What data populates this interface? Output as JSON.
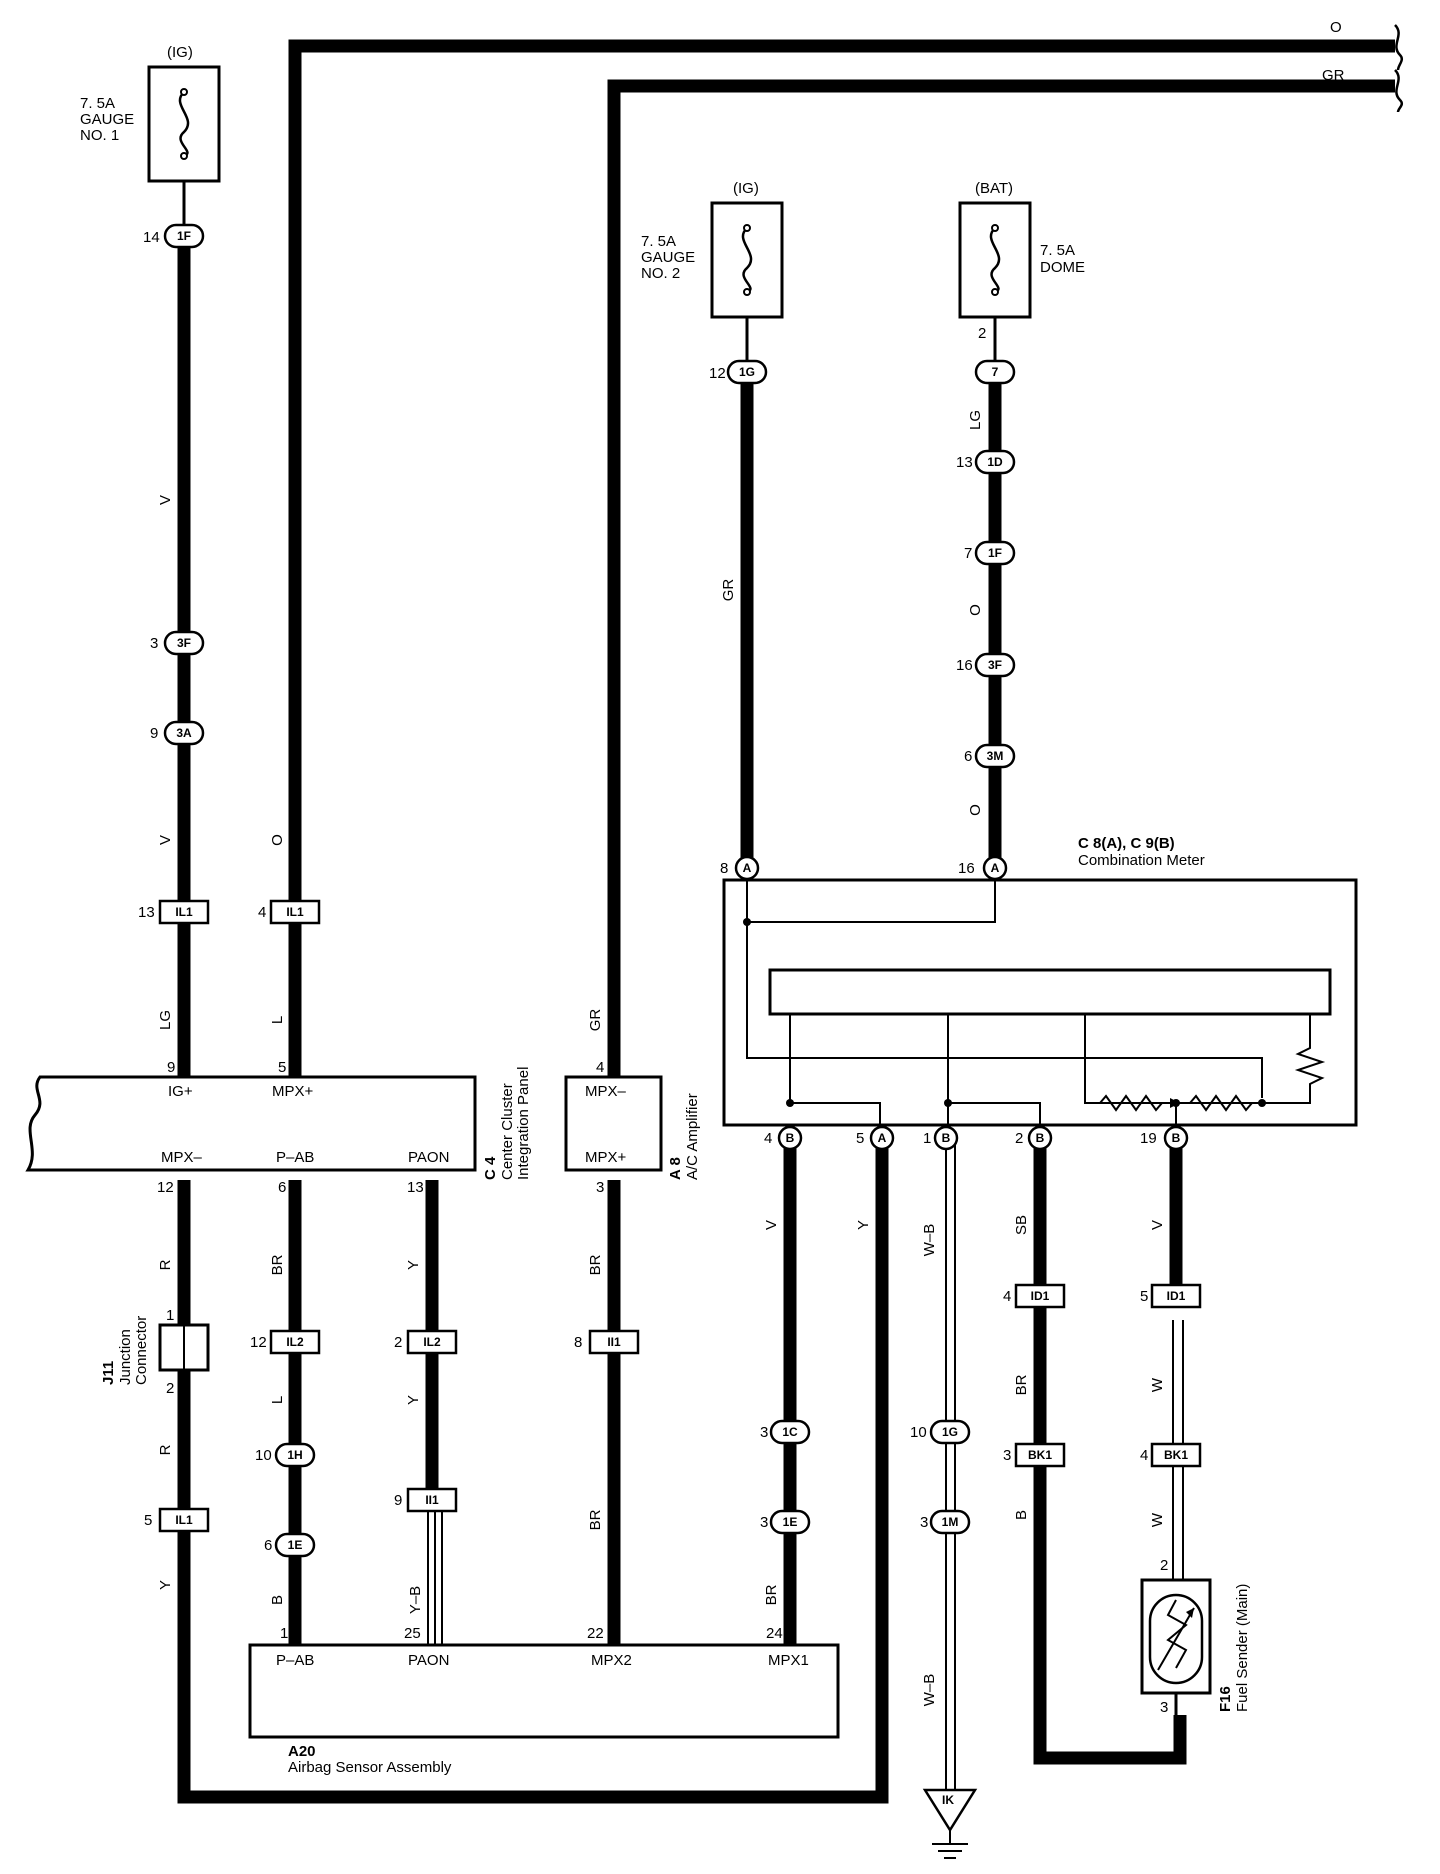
{
  "fuses": [
    {
      "id": "fuse-gauge-1",
      "supply": "(IG)",
      "lines": [
        "7. 5A",
        "GAUGE",
        "NO. 1"
      ]
    },
    {
      "id": "fuse-gauge-2",
      "supply": "(IG)",
      "lines": [
        "7. 5A",
        "GAUGE",
        "NO. 2"
      ]
    },
    {
      "id": "fuse-dome",
      "supply": "(BAT)",
      "lines": [
        "7. 5A",
        "DOME"
      ]
    }
  ],
  "connectors": {
    "c1F_a": "1F",
    "c3F_a": "3F",
    "c3A": "3A",
    "c1G_a": "1G",
    "c7": "7",
    "c1D": "1D",
    "c1F_b": "1F",
    "c3F_b": "3F",
    "c3M": "3M",
    "cA8": "A",
    "cA16": "A",
    "cB4": "B",
    "cA5": "A",
    "cB1": "B",
    "cB2": "B",
    "cB19": "B",
    "cIL1_13": "IL1",
    "cIL1_4": "IL1",
    "cIL2_12": "IL2",
    "cIL2_2": "IL2",
    "cII1_8": "II1",
    "cII1_9": "II1",
    "c1H": "1H",
    "c1E_a": "1E",
    "cIL1_5": "IL1",
    "c1C": "1C",
    "c1E_b": "1E",
    "c1G_b": "1G",
    "c1M": "1M",
    "cID1_4": "ID1",
    "cID1_5": "ID1",
    "cBK1_3": "BK1",
    "cBK1_4": "BK1",
    "ground": "IK"
  },
  "pins": {
    "p14": "14",
    "p3": "3",
    "p9": "9",
    "p12a": "12",
    "p2dome": "2",
    "p13": "13",
    "p7": "7",
    "p16": "16",
    "p6": "6",
    "p8": "8",
    "p16b": "16",
    "p13il": "13",
    "p4il": "4",
    "p9c": "9",
    "p5c": "5",
    "p4c": "4",
    "p12c": "12",
    "p6c": "6",
    "p13c": "13",
    "p3c": "3",
    "pj1": "1",
    "pj2": "2",
    "p12il2": "12",
    "p2il2": "2",
    "p8ii1": "8",
    "p10": "10",
    "p9ii1": "9",
    "p6e": "6",
    "p5il1": "5",
    "p1a": "1",
    "p25": "25",
    "p22": "22",
    "p24": "24",
    "pb4": "4",
    "pa5": "5",
    "pb1": "1",
    "pb2": "2",
    "pb19": "19",
    "p3c1": "3",
    "p3e": "3",
    "p10g": "10",
    "p3m": "3",
    "p4id": "4",
    "p5id": "5",
    "p3bk": "3",
    "p4bk": "4",
    "pf2": "2",
    "pf3": "3"
  },
  "wire_colors": {
    "top_o": "O",
    "top_gr": "GR",
    "v1": "V",
    "v2": "V",
    "lg1": "LG",
    "o1": "O",
    "gr1": "GR",
    "lg2": "LG",
    "l1": "L",
    "r1": "R",
    "br1": "BR",
    "y1": "Y",
    "br2": "BR",
    "o2": "O",
    "o3": "O",
    "r2": "R",
    "l2": "L",
    "y2": "Y",
    "yb": "Y–B",
    "br3": "BR",
    "y3": "Y",
    "b1": "B",
    "v3": "V",
    "y4": "Y",
    "wb1": "W–B",
    "sb": "SB",
    "v4": "V",
    "br4": "BR",
    "w1": "W",
    "br5": "BR",
    "wb2": "W–B",
    "b2": "B",
    "w2": "W"
  },
  "components": {
    "center_cluster": {
      "code": "C 4",
      "name_lines": [
        "Center Cluster",
        "Integration Panel"
      ],
      "terminals": {
        "ig": "IG+",
        "mpxp": "MPX+",
        "mpxm": "MPX–",
        "pab": "P–AB",
        "paon": "PAON"
      }
    },
    "ac_amp": {
      "code": "A 8",
      "name": "A/C Amplifier",
      "terminals": {
        "mpxm": "MPX–",
        "mpxp": "MPX+"
      }
    },
    "junction": {
      "code": "J11",
      "name_lines": [
        "Junction",
        "Connector"
      ]
    },
    "airbag": {
      "code": "A20",
      "name": "Airbag Sensor Assembly",
      "terminals": {
        "pab": "P–AB",
        "paon": "PAON",
        "mpx2": "MPX2",
        "mpx1": "MPX1"
      }
    },
    "meter": {
      "code": "C 8(A), C 9(B)",
      "name": "Combination Meter"
    },
    "fuel_sender": {
      "code": "F16",
      "name": "Fuel Sender (Main)"
    }
  }
}
